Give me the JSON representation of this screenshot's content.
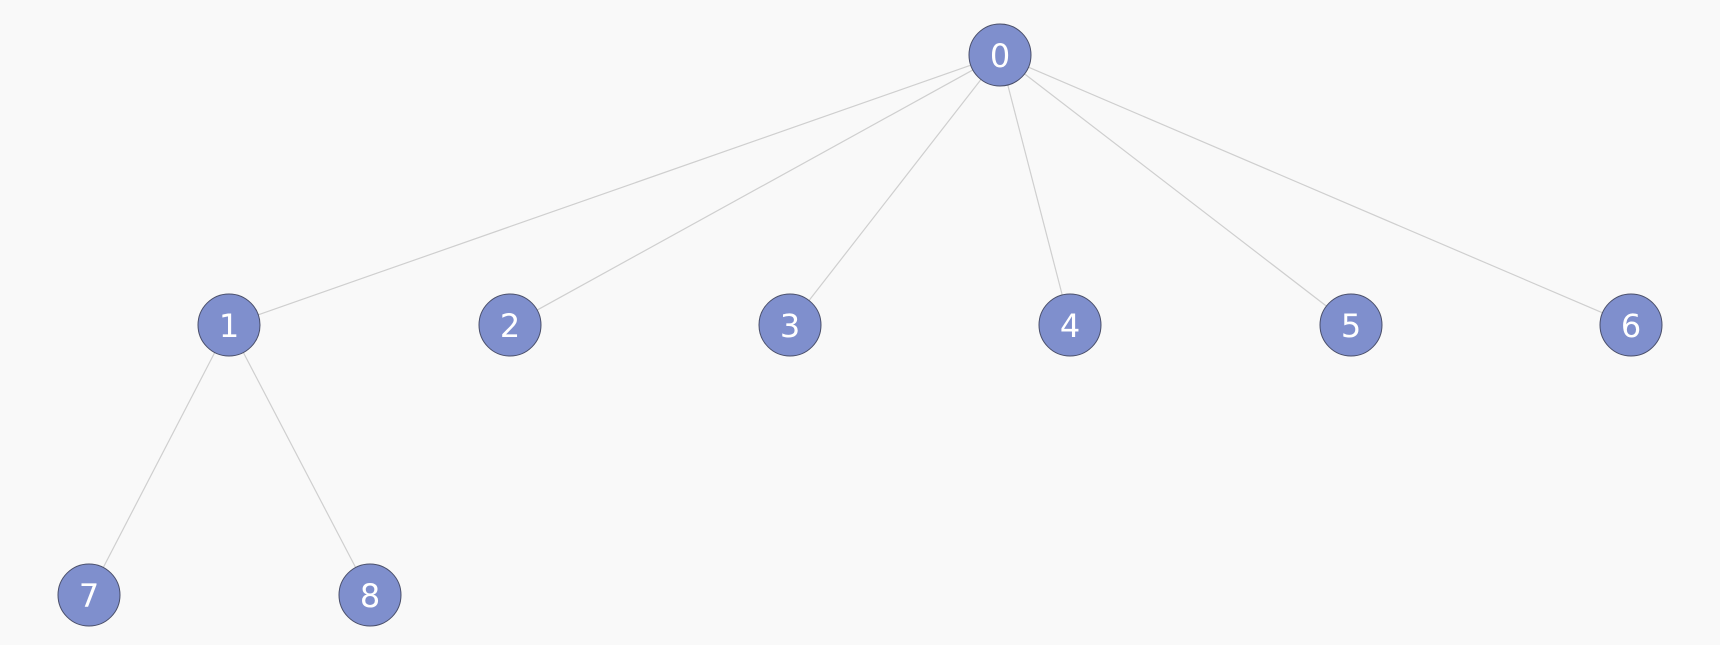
{
  "colors": {
    "background": "#f9f9f9",
    "node_fill": "#7f8fcd",
    "node_stroke": "#4a4f6a",
    "edge": "#cfcfcf",
    "label": "#ffffff"
  },
  "tree": {
    "root": "0",
    "nodes": [
      {
        "id": "0",
        "label": "0",
        "depth": 0,
        "order": 0
      },
      {
        "id": "1",
        "label": "1",
        "depth": 1,
        "order": 0
      },
      {
        "id": "2",
        "label": "2",
        "depth": 1,
        "order": 1
      },
      {
        "id": "3",
        "label": "3",
        "depth": 1,
        "order": 2
      },
      {
        "id": "4",
        "label": "4",
        "depth": 1,
        "order": 3
      },
      {
        "id": "5",
        "label": "5",
        "depth": 1,
        "order": 4
      },
      {
        "id": "6",
        "label": "6",
        "depth": 1,
        "order": 5
      },
      {
        "id": "7",
        "label": "7",
        "depth": 2,
        "order": 0
      },
      {
        "id": "8",
        "label": "8",
        "depth": 2,
        "order": 1
      }
    ],
    "edges": [
      {
        "from": "0",
        "to": "1"
      },
      {
        "from": "0",
        "to": "2"
      },
      {
        "from": "0",
        "to": "3"
      },
      {
        "from": "0",
        "to": "4"
      },
      {
        "from": "0",
        "to": "5"
      },
      {
        "from": "0",
        "to": "6"
      },
      {
        "from": "1",
        "to": "7"
      },
      {
        "from": "1",
        "to": "8"
      }
    ]
  }
}
